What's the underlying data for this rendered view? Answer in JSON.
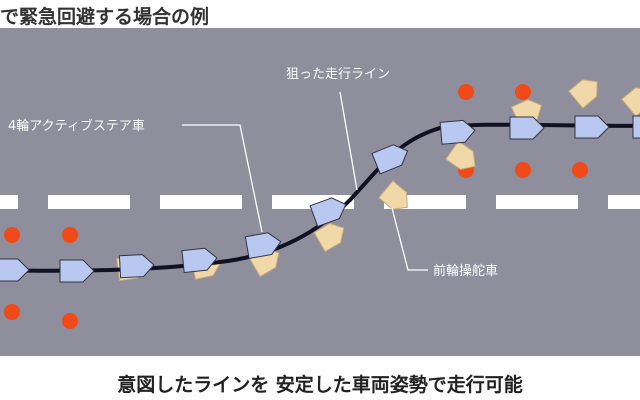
{
  "header": {
    "title": "で緊急回避する場合の例"
  },
  "labels": {
    "target_line": "狙った走行ライン",
    "four_ws_car": "4輪アクティブステア車",
    "front_steer_car": "前輪操舵車"
  },
  "caption": "意図したラインを 安定した車両姿勢で走行可能",
  "colors": {
    "road": "#8e8e9c",
    "lane_dash": "#ffffff",
    "path_line": "#111122",
    "four_ws_car": "#b8c8f0",
    "front_steer_car": "#f0d8a8",
    "cone": "#f04a18",
    "title_text": "#333333"
  },
  "icons": {
    "cone": "red-circle",
    "vehicle": "pentagon-car-shape"
  }
}
